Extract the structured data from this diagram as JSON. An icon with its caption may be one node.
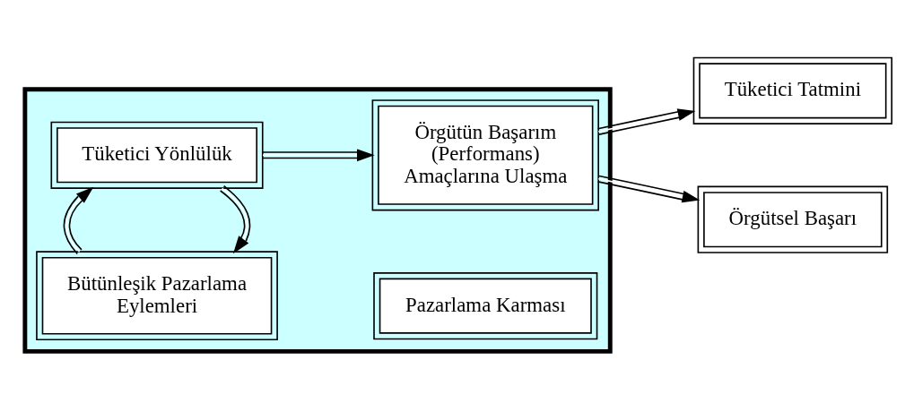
{
  "diagram": {
    "nodes": [
      {
        "text": [],
        "shape": "box"
      },
      {
        "text": [
          "Tüketici Yönlülük"
        ],
        "in": 0
      },
      {
        "text": [
          "Pazarlama Karması"
        ],
        "in": 0
      },
      {
        "text": [
          "Bütünleşik Pazarlama Eylemleri"
        ],
        "in": 0
      },
      {
        "text": [
          "Örgütün Başarım (Performans) Amaçlarına Ulaşma"
        ],
        "in": 0
      },
      {
        "text": [
          "Tüketici Tatmini"
        ]
      },
      {
        "text": [
          "Örgütsel Başarı"
        ]
      }
    ],
    "edges": [
      {
        "from": 1,
        "to": 3,
        "arrow": "to"
      },
      {
        "from": 3,
        "to": 1,
        "arrow": "to"
      },
      {
        "from": 1,
        "to": 4,
        "arrow": "to"
      },
      {
        "from": 4,
        "to": 5,
        "arrow": "to"
      },
      {
        "from": 4,
        "to": 6,
        "arrow": "to"
      }
    ]
  }
}
